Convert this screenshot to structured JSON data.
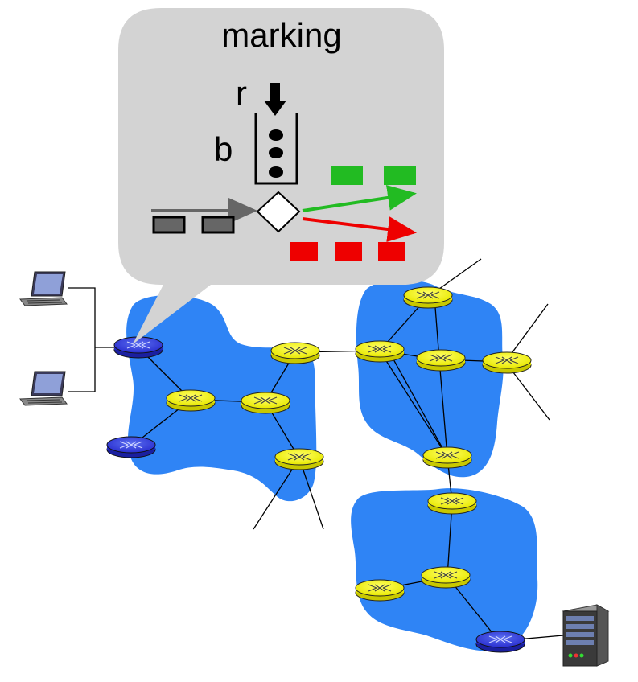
{
  "callout": {
    "title": "marking",
    "rate_label": "r",
    "bucket_label": "b"
  },
  "colors": {
    "cloud": "#2f84f5",
    "router_edge": "#2a2fd0",
    "router_core": "#f2f200",
    "callout_bg": "#d3d3d3",
    "conforming": "#22bb22",
    "nonconforming": "#ee0000",
    "packet": "#666666"
  },
  "icons": [
    "desktop-computer-icon",
    "desktop-computer-icon",
    "server-icon",
    "router-icon",
    "leaky-bucket-icon",
    "marker-diamond-icon"
  ]
}
